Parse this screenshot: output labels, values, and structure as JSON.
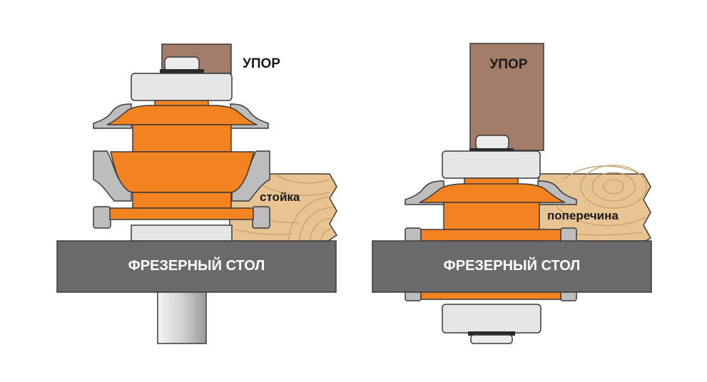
{
  "diagram": {
    "left": {
      "fence_label": "УПОР",
      "table_label": "ФРЕЗЕРНЫЙ СТОЛ",
      "workpiece_label": "стойка"
    },
    "right": {
      "fence_label": "УПОР",
      "table_label": "ФРЕЗЕРНЫЙ СТОЛ",
      "workpiece_label": "поперечина"
    },
    "colors": {
      "fence": "#a47c6a",
      "cutter": "#f38220",
      "table": "#6a6a6c",
      "bearing": "#e6e6e6",
      "knife": "#bdbdbd",
      "wood": "#e9c493",
      "outline": "#3a3a3a"
    }
  }
}
